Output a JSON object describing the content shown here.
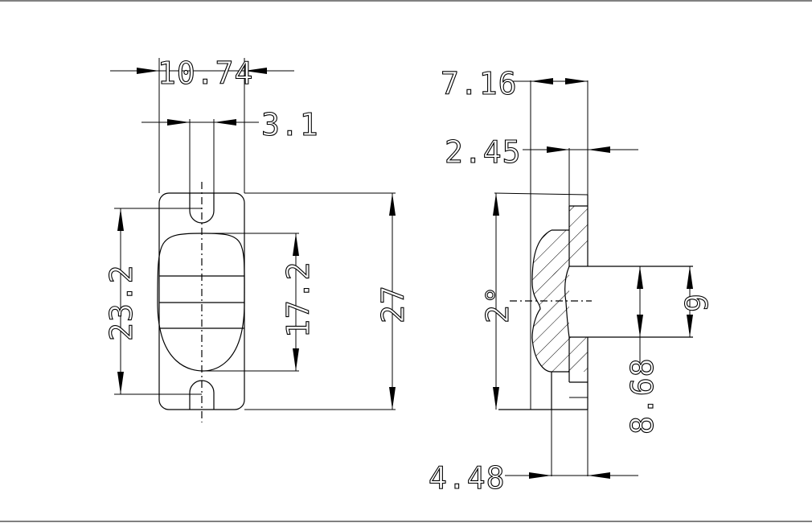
{
  "dimensions": {
    "front_overall_width": "10.74",
    "front_slot_width": "3.1",
    "front_mount_spacing": "23.2",
    "front_oval_height": "17.2",
    "front_overall_height": "27",
    "side_total_depth": "7.16",
    "side_flange_thickness": "2.45",
    "side_curve_height": "2°",
    "side_boss_height": "9",
    "side_boss_depth": "8.68",
    "side_base_depth": "4.48"
  }
}
